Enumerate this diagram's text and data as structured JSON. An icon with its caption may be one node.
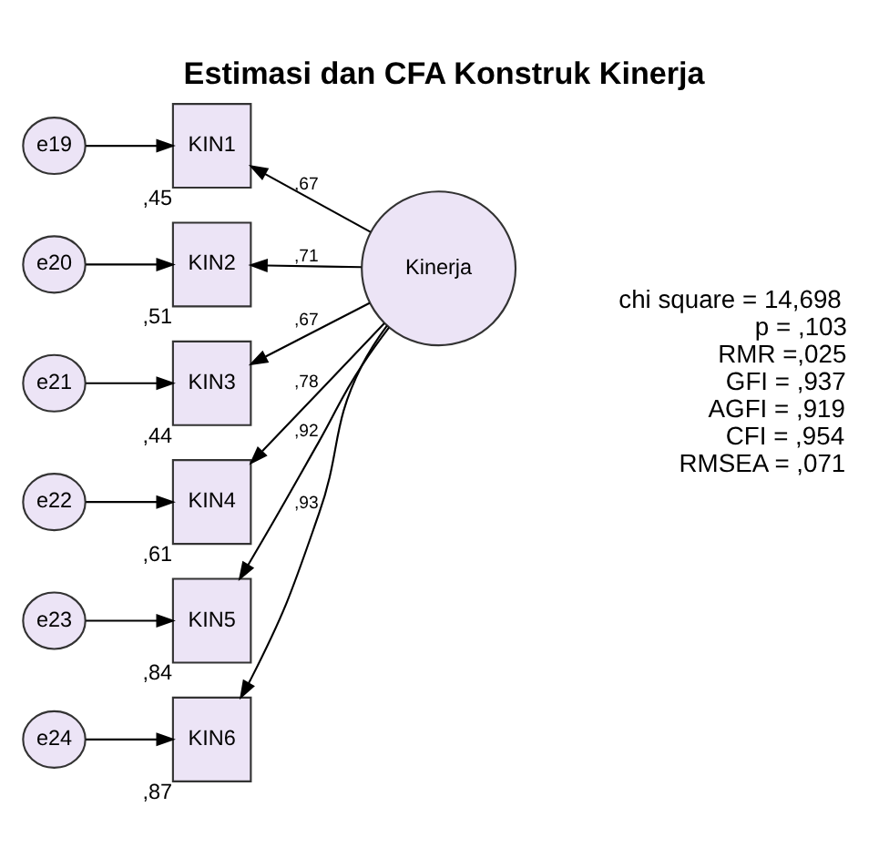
{
  "diagram": {
    "title": "Estimasi dan CFA Konstruk Kinerja",
    "nodes": [
      {
        "text": [
          "e19"
        ]
      },
      {
        "text": [
          "e20"
        ]
      },
      {
        "text": [
          "e21"
        ]
      },
      {
        "text": [
          "e22"
        ]
      },
      {
        "text": [
          "e23"
        ]
      },
      {
        "text": [
          "e24"
        ]
      },
      {
        "text": [
          "KIN1"
        ],
        "beside": [
          ",45"
        ]
      },
      {
        "text": [
          "KIN2"
        ],
        "beside": [
          ",51"
        ]
      },
      {
        "text": [
          "KIN3"
        ],
        "beside": [
          ",44"
        ]
      },
      {
        "text": [
          "KIN4"
        ],
        "beside": [
          ",61"
        ]
      },
      {
        "text": [
          "KIN5"
        ],
        "beside": [
          ",84"
        ]
      },
      {
        "text": [
          "KIN6"
        ],
        "beside": [
          ",87"
        ]
      },
      {
        "text": [
          "Kinerja"
        ]
      }
    ],
    "edges": [
      {
        "from": 0,
        "to": 6,
        "arrow": "to"
      },
      {
        "from": 1,
        "to": 7,
        "arrow": "to"
      },
      {
        "from": 2,
        "to": 8,
        "arrow": "to"
      },
      {
        "from": 3,
        "to": 9,
        "arrow": "to"
      },
      {
        "from": 4,
        "to": 10,
        "arrow": "to"
      },
      {
        "from": 5,
        "to": 11,
        "arrow": "to"
      },
      {
        "from": 12,
        "to": 6,
        "arrow": "to",
        "label": ",67"
      },
      {
        "from": 12,
        "to": 7,
        "arrow": "to",
        "label": ",71"
      },
      {
        "from": 12,
        "to": 8,
        "arrow": "to",
        "label": ",67"
      },
      {
        "from": 12,
        "to": 9,
        "arrow": "to",
        "label": ",78"
      },
      {
        "from": 12,
        "to": 10,
        "arrow": "to",
        "label": ",92"
      },
      {
        "from": 12,
        "to": 11,
        "arrow": "to",
        "label": ",93"
      }
    ],
    "labels": [
      "chi square = 14,698",
      "p = ,103",
      "RMR =,025",
      "GFI = ,937",
      "AGFI = ,919",
      "CFI = ,954",
      "RMSEA = ,071"
    ]
  }
}
